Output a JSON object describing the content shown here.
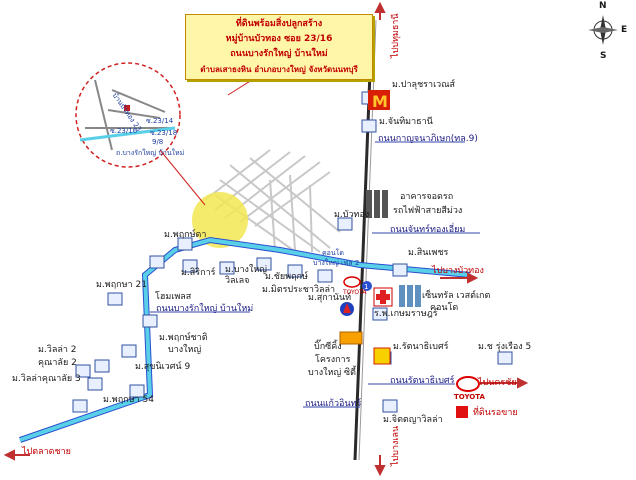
{
  "title": {
    "line1": "ที่ดินพร้อมสิ่งปลูกสร้าง",
    "line2": "หมู่บ้านบัวทอง ซอย 23/16",
    "line3": "ถนนบางรักใหญ่ บ้านใหม่",
    "line4": "ตำบลเสาธงหิน อำเภอบางใหญ่ จังหวัดนนทบุรี"
  },
  "compass": {
    "n": "N",
    "s": "S",
    "e": "E"
  },
  "roads": {
    "to_pathum": "ไปปทุมธานี",
    "to_bang_len": "ไปบางเลน",
    "to_bangbuathong": "ไปบางบัวทอง",
    "to_nonthaburi": "ไปนครชัย",
    "to_talingchan": "ไปตลาดชาย",
    "kanchanaphisek": "ถนนกาญจนาภิเษก(ทล.9)",
    "chanthong": "ถนนจันทร์ทองเอี่ยม",
    "bangrak_yai": "ถนนบางรักใหญ่ บ้านใหม่",
    "rattanathibet": "ถนนรัตนาธิเบศร์",
    "kaew_intr": "ถนนแก้วอินทร์",
    "inset_road": "ถ.บางรักใหญ่ บ้านใหม่",
    "inset_soi1": "ซ.23/14",
    "inset_soi2": "ซ.23/16",
    "inset_soi3": "ซ.23/18",
    "inset_soi4": "9/8",
    "inset_soi5": "บ้านบัวทอง 23"
  },
  "places": {
    "pruksa_rot": "ม.ปาลุชราเวณส์",
    "mcd": "M",
    "chanthima": "ม.จันทิมาธานี",
    "buathong": "ม.บัวทอง",
    "condo": "อาคารจอดรถ",
    "condo2": "รถไฟฟ้าสายสีม่วง",
    "sinpet": "ม.สินเพชร",
    "sirikan": "ม.สิริการ์",
    "bangyai_village": "ม.บางใหญ่",
    "village_sub": "วิลเลจ",
    "chai_pruek": "ม.ชัยพฤกษ์",
    "mitpracharat": "ม.มิตรประชาวิลล่า",
    "suksan": "ม.สุกานันท์",
    "pruksa_ta": "ม.พฤกษ์ดา",
    "pruksa21": "ม.พฤกษา 21",
    "homeplace": "โฮมเพลส",
    "pruksa_bangyai": "ม.พฤกษ์ชาติ",
    "pruksa_bangyai2": "บางใหญ่",
    "supalai9": "ม.สุขนิเวศน์ 9",
    "villa2": "ม.วิลล่า 2",
    "villa2b": "คุณาลัย 2",
    "villa3": "ม.วิลล่าคุณาลัย 3",
    "pruksa54": "ม.พฤกษา 54",
    "central": "เซ็นทรัล เวสต์เกต",
    "central2": "คอนโด",
    "hospital": "ร.พ.เกษมราษฎร์",
    "bigc": "บิ๊กซีคิ้ง",
    "project": "โครงการ",
    "project2": "บางใหญ่ ซิตี้",
    "rattana_home": "ม.รัตนาธิเบศร์",
    "ruengrit5": "ม.ช รุ่งเรือง 5",
    "toyota": "TOYOTA",
    "toyota_small": "TOYOTA",
    "jit_villa": "ม.จิตตญาวิลล่า",
    "land_for_sale": "ที่ดินรอขาย",
    "station_no": "1",
    "cond_label": "คอนโด",
    "bangyai_tower": "บางใหญ่ เฟส 2"
  },
  "colors": {
    "road_main": "#2a2a2a",
    "road_water": "#5ad0e8",
    "road_border": "#2a4fd0",
    "target_circle": "#f2e852",
    "inset_border": "#d02020",
    "title_bg": "#fff6a8"
  }
}
